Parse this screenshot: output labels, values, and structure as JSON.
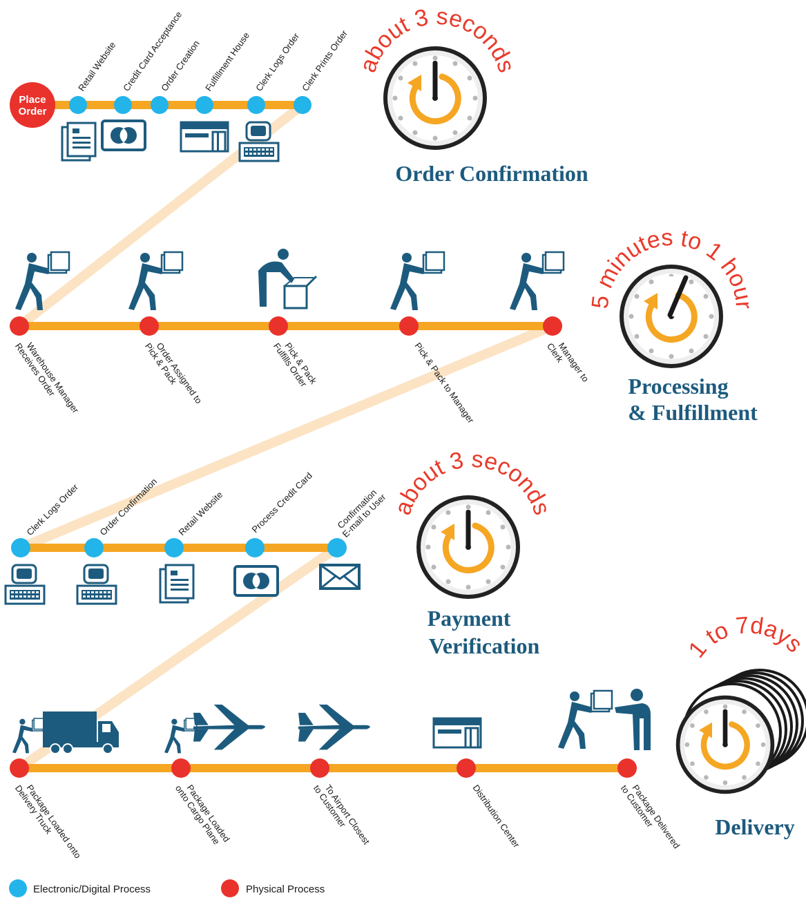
{
  "colors": {
    "track": "#f5a623",
    "connector": "#fbe3c4",
    "electronic": "#23b4ea",
    "physical": "#e8322b",
    "icon": "#1d5b7e",
    "title": "#1d5b7e",
    "duration": "#e83a2b"
  },
  "start": {
    "label_line1": "Place",
    "label_line2": "Order"
  },
  "row1": {
    "steps": [
      "Retail Website",
      "Credit Card Acceptance",
      "Order Creation",
      "Fulfillment House",
      "Clerk Logs Order",
      "Clerk Prints Order"
    ],
    "title": "Order Confirmation",
    "duration": "about 3 seconds"
  },
  "row2": {
    "steps": [
      [
        "Warehouse Manager",
        "Receives Order"
      ],
      [
        "Order Assigned to",
        "Pick & Pack"
      ],
      [
        "Pick & Pack",
        "Fulfills Order"
      ],
      [
        "Pick & Pack to Manager"
      ],
      [
        "Manager to",
        "Clerk"
      ]
    ],
    "title_line1": "Processing",
    "title_line2": "& Fulfillment",
    "duration": "5 minutes to 1 hour"
  },
  "row3": {
    "steps": [
      [
        "Clerk Logs Order"
      ],
      [
        "Order Confirmation"
      ],
      [
        "Retail Website"
      ],
      [
        "Process Credit Card"
      ],
      [
        "Confirmation",
        "E-mail to User"
      ]
    ],
    "title_line1": "Payment",
    "title_line2": "Verification",
    "duration": "about 3 seconds"
  },
  "row4": {
    "steps": [
      [
        "Package Loaded onto",
        "Delivery Truck"
      ],
      [
        "Package Loaded",
        "onto Cargo Plane"
      ],
      [
        "To Airport Closest",
        "to Customer"
      ],
      [
        "Distribution Center"
      ],
      [
        "Package Delivered",
        "to Customer"
      ]
    ],
    "title": "Delivery",
    "duration": "1 to 7days"
  },
  "legend": {
    "electronic": "Electronic/Digital Process",
    "physical": "Physical Process"
  },
  "icons": {
    "document": "document-icon",
    "card": "credit-card-icon",
    "building": "building-icon",
    "computer": "computer-icon",
    "worker": "worker-carrying-box-icon",
    "packer": "worker-packing-box-icon",
    "envelope": "envelope-icon",
    "truck": "truck-icon",
    "plane": "airplane-icon",
    "clock": "clock-icon"
  }
}
